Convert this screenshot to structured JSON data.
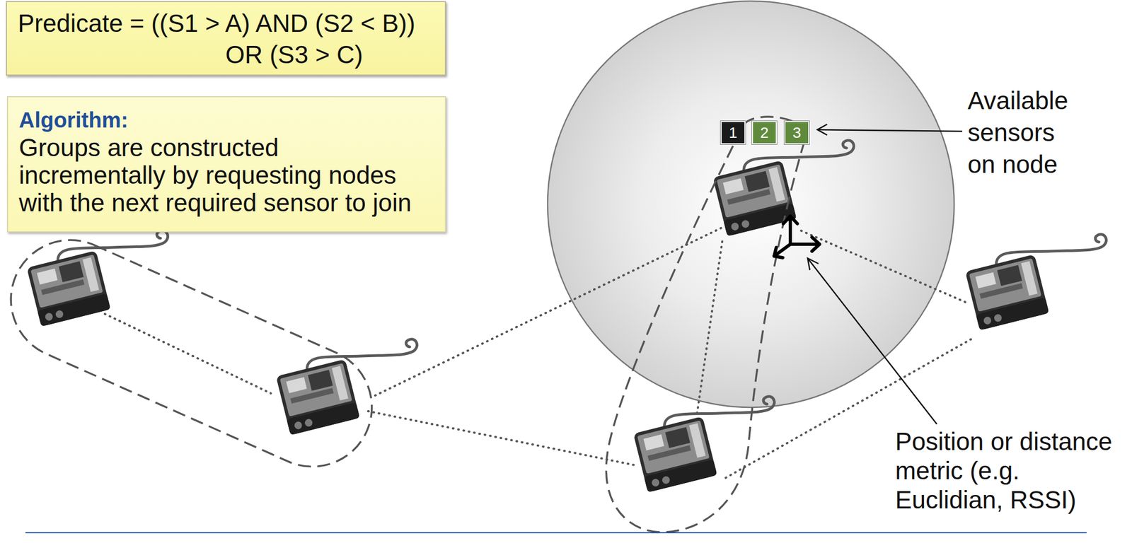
{
  "diagram": {
    "nodes": [
      {
        "text": [
          "Predicate = ((S1 > A) AND (S2 < B)) OR (S3 > C)"
        ]
      },
      {
        "text": [
          "Algorithm:",
          "Groups are constructed incrementally by requesting nodes with the next required sensor to join"
        ]
      },
      {
        "text": [
          "1"
        ]
      },
      {
        "text": [
          "2"
        ]
      },
      {
        "text": [
          "3"
        ]
      }
    ],
    "labels": [
      "Available sensors on node",
      "Position or distance metric (e.g. Euclidian, RSSI)"
    ]
  }
}
